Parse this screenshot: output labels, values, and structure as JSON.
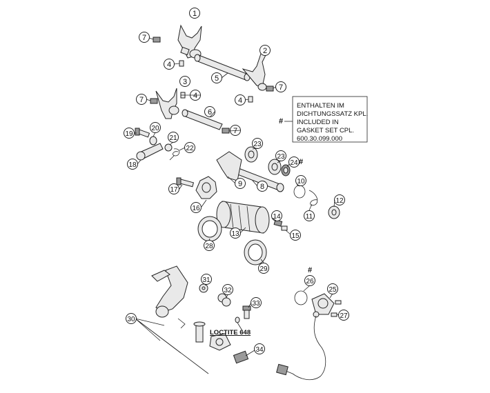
{
  "callouts": [
    {
      "id": "c1",
      "label": "1"
    },
    {
      "id": "c2",
      "label": "2"
    },
    {
      "id": "c3",
      "label": "3"
    },
    {
      "id": "c4a",
      "label": "4"
    },
    {
      "id": "c4b",
      "label": "4"
    },
    {
      "id": "c4c",
      "label": "4"
    },
    {
      "id": "c5",
      "label": "5"
    },
    {
      "id": "c6",
      "label": "6"
    },
    {
      "id": "c7a",
      "label": "7"
    },
    {
      "id": "c7b",
      "label": "7"
    },
    {
      "id": "c7c",
      "label": "7"
    },
    {
      "id": "c7d",
      "label": "7"
    },
    {
      "id": "c8",
      "label": "8"
    },
    {
      "id": "c9",
      "label": "9"
    },
    {
      "id": "c10",
      "label": "10"
    },
    {
      "id": "c11",
      "label": "11"
    },
    {
      "id": "c12",
      "label": "12"
    },
    {
      "id": "c13",
      "label": "13"
    },
    {
      "id": "c14",
      "label": "14"
    },
    {
      "id": "c15",
      "label": "15"
    },
    {
      "id": "c16",
      "label": "16"
    },
    {
      "id": "c17",
      "label": "17"
    },
    {
      "id": "c18",
      "label": "18"
    },
    {
      "id": "c19",
      "label": "19"
    },
    {
      "id": "c20",
      "label": "20"
    },
    {
      "id": "c21",
      "label": "21"
    },
    {
      "id": "c22",
      "label": "22"
    },
    {
      "id": "c23a",
      "label": "23"
    },
    {
      "id": "c23b",
      "label": "23"
    },
    {
      "id": "c24",
      "label": "24"
    },
    {
      "id": "c25",
      "label": "25"
    },
    {
      "id": "c26",
      "label": "26"
    },
    {
      "id": "c27",
      "label": "27"
    },
    {
      "id": "c28",
      "label": "28"
    },
    {
      "id": "c29",
      "label": "29"
    },
    {
      "id": "c30",
      "label": "30"
    },
    {
      "id": "c31",
      "label": "31"
    },
    {
      "id": "c32",
      "label": "32"
    },
    {
      "id": "c33",
      "label": "33"
    },
    {
      "id": "c34",
      "label": "34"
    }
  ],
  "gasket_note": {
    "lines": [
      "ENTHALTEN IM",
      "DICHTUNGSSATZ KPL.",
      "INCLUDED IN",
      "GASKET SET CPL.",
      "600.30.099.000"
    ],
    "marker": "#"
  },
  "hash_markers": [
    {
      "id": "h24",
      "label": "#"
    },
    {
      "id": "h26",
      "label": "#"
    }
  ],
  "loctite_label": "LOCTITE 648"
}
